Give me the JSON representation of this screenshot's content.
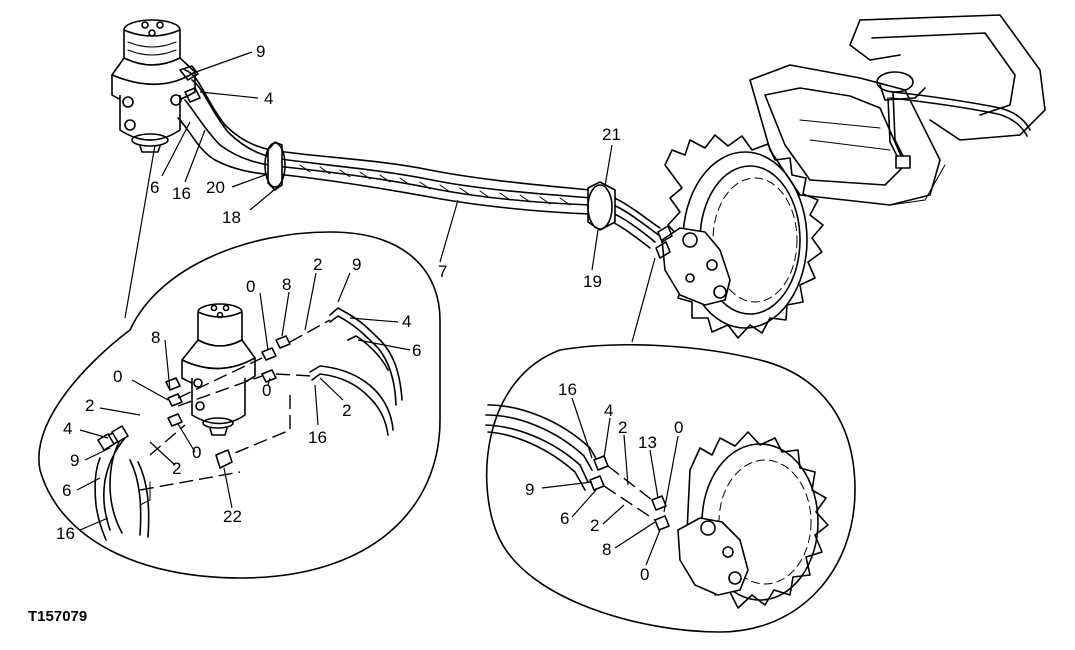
{
  "figure_id": "T157079",
  "callouts": {
    "main": [
      "9",
      "4",
      "6",
      "16",
      "20",
      "18",
      "7",
      "21",
      "19"
    ],
    "left_detail": [
      "0",
      "8",
      "2",
      "9",
      "4",
      "6",
      "8",
      "0",
      "2",
      "4",
      "9",
      "6",
      "16",
      "0",
      "2",
      "0",
      "2",
      "16",
      "22"
    ],
    "right_detail": [
      "16",
      "4",
      "2",
      "13",
      "0",
      "9",
      "6",
      "2",
      "8",
      "0"
    ]
  }
}
